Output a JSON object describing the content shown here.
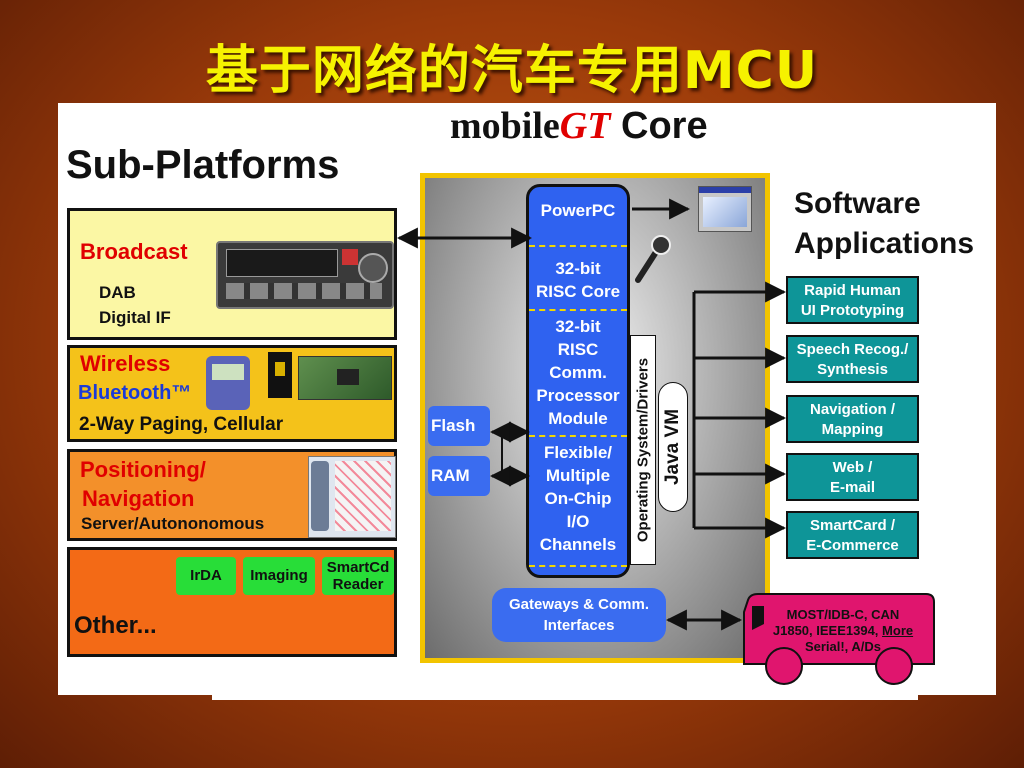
{
  "slide_title": "基于网络的汽车专用MCU",
  "core_title": {
    "prefix": "mobile",
    "accent": "GT",
    "suffix": " Core"
  },
  "sub_platforms_title": "Sub-Platforms",
  "software_apps_title": {
    "line1": "Software",
    "line2": "Applications"
  },
  "broadcast": {
    "title": "Broadcast",
    "items": [
      "DAB",
      "Digital IF"
    ]
  },
  "wireless": {
    "title": "Wireless",
    "bluetooth": "Bluetooth™",
    "subtitle": "2-Way Paging, Cellular"
  },
  "positioning": {
    "title_line1": "Positioning/",
    "title_line2": "Navigation",
    "subtitle": "Server/Autononomous"
  },
  "other": {
    "title": "Other...",
    "items": [
      "IrDA",
      "Imaging",
      "SmartCd Reader"
    ]
  },
  "cpu": {
    "powerpc": "PowerPC",
    "risc_core": [
      "32-bit",
      "RISC Core"
    ],
    "comm_module": [
      "32-bit",
      "RISC",
      "Comm.",
      "Processor",
      "Module"
    ],
    "io_channels": [
      "Flexible/",
      "Multiple",
      "On-Chip",
      "I/O",
      "Channels"
    ]
  },
  "memory": {
    "flash": "Flash",
    "ram": "RAM"
  },
  "os_drivers": "Operating System/Drivers",
  "java_vm": "Java VM",
  "gateway": {
    "line1": "Gateways & Comm.",
    "line2": "Interfaces"
  },
  "apps": [
    {
      "line1": "Rapid Human",
      "line2": "UI Prototyping"
    },
    {
      "line1": "Speech Recog./",
      "line2": "Synthesis"
    },
    {
      "line1": "Navigation /",
      "line2": "Mapping"
    },
    {
      "line1": "Web /",
      "line2": "E-mail"
    },
    {
      "line1": "SmartCard /",
      "line2": "E-Commerce"
    }
  ],
  "vehicle": {
    "line1": "MOST/IDB-C, CAN",
    "line2_a": "J1850, IEEE1394, ",
    "line2_b": "More",
    "line3": "Serial!, A/Ds"
  },
  "colors": {
    "title_yellow": "#f6f200",
    "cpu_blue": "#2f62f0",
    "app_teal": "#0e9598",
    "bus_magenta": "#e0156e",
    "label_red": "#e00000"
  },
  "icons": [
    "radio-device-icon",
    "pager-icon",
    "chip-board-icon",
    "gps-navigator-icon",
    "microphone-icon",
    "browser-window-icon",
    "bus-icon"
  ]
}
